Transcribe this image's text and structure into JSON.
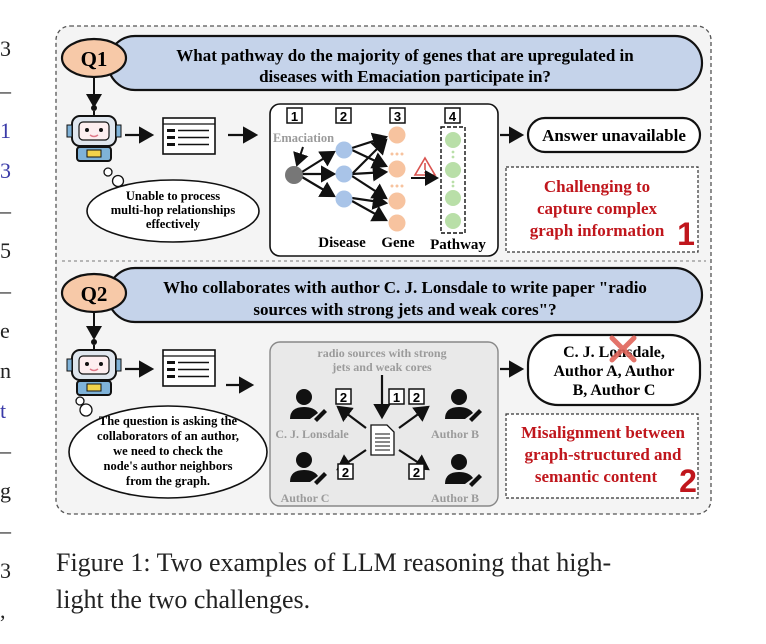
{
  "q1": {
    "badge": "Q1",
    "question_line1": "What pathway do the majority of genes that are upregulated in",
    "question_line2": "diseases with Emaciation participate in?",
    "cloud_line1": "Unable to process",
    "cloud_line2": "multi-hop relationships",
    "cloud_line3": "effectively",
    "graph_start_label": "Emaciation",
    "step_numbers": [
      "1",
      "2",
      "3",
      "4"
    ],
    "col_labels": [
      "Disease",
      "Gene",
      "Pathway"
    ],
    "answer": "Answer unavailable",
    "challenge_line1": "Challenging to",
    "challenge_line2": "capture complex",
    "challenge_line3": "graph information",
    "challenge_number": "1"
  },
  "q2": {
    "badge": "Q2",
    "question_line1": "Who collaborates with author C. J. Lonsdale to write paper \"radio",
    "question_line2": "sources with strong jets and weak cores\"?",
    "cloud_line1": "The question is asking the",
    "cloud_line2": "collaborators of an author,",
    "cloud_line3": "we need to check the",
    "cloud_line4": "node's author neighbors",
    "cloud_line5": "from the graph.",
    "paper_title_line1": "radio sources with strong",
    "paper_title_line2": "jets and weak cores",
    "step_labels": [
      "2",
      "1",
      "2",
      "2",
      "2"
    ],
    "author_labels": [
      "C. J. Lonsdale",
      "Author B",
      "Author C",
      "Author B"
    ],
    "answer_line1": "C. J. Lonsdale,",
    "answer_line2": "Author A, Author",
    "answer_line3": "B, Author C",
    "challenge_line1": "Misalignment between",
    "challenge_line2": "graph-structured and",
    "challenge_line3": "semantic content",
    "challenge_number": "2"
  },
  "caption": {
    "line1": "Figure 1: Two examples of LLM reasoning that high-",
    "line2": "light the two challenges."
  },
  "margin_fragments": [
    "3",
    "–",
    "1",
    "3",
    "–",
    "5",
    "–",
    "e",
    "n",
    "t",
    "–",
    "g",
    "–",
    "3",
    ","
  ],
  "colors": {
    "badge_fill": "#f7c9a8",
    "question_fill": "#c5d3ea",
    "disease_node": "#a9c4e8",
    "gene_node": "#f7c39f",
    "pathway_node": "#b9dfa8",
    "challenge_red": "#c0161c",
    "warning_red": "#d9534f"
  }
}
